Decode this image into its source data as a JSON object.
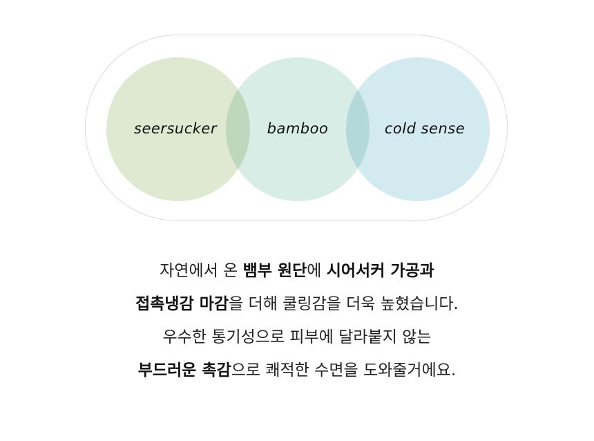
{
  "diagram": {
    "circles": [
      {
        "label": "seersucker",
        "color": "#dfe9d2"
      },
      {
        "label": "bamboo",
        "color": "#d8ede5"
      },
      {
        "label": "cold sense",
        "color": "#d3eaf1"
      }
    ]
  },
  "description": {
    "lines": [
      [
        {
          "t": "자연에서 온 ",
          "b": false
        },
        {
          "t": "뱀부 원단",
          "b": true
        },
        {
          "t": "에 ",
          "b": false
        },
        {
          "t": "시어서커 가공과",
          "b": true
        }
      ],
      [
        {
          "t": "접촉냉감 마감",
          "b": true
        },
        {
          "t": "을 더해 쿨링감을 더욱 높혔습니다.",
          "b": false
        }
      ],
      [
        {
          "t": "우수한 통기성으로 피부에 달라붙지 않는",
          "b": false
        }
      ],
      [
        {
          "t": "부드러운 촉감",
          "b": true
        },
        {
          "t": "으로 쾌적한 수면을 도와줄거에요.",
          "b": false
        }
      ]
    ]
  }
}
